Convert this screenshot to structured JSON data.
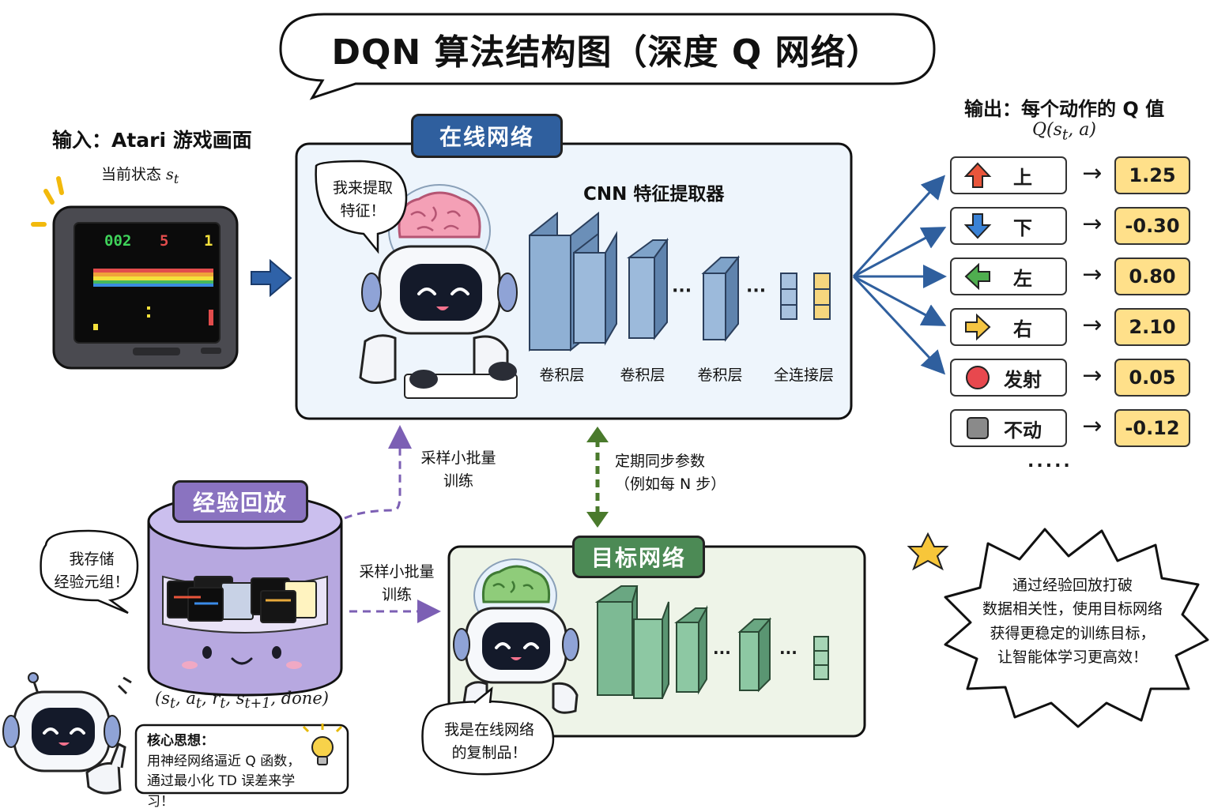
{
  "title": "DQN 算法结构图（深度 Q 网络）",
  "input": {
    "label": "输入：Atari 游戏画面",
    "state_prefix": "当前状态 ",
    "state_var": "s",
    "state_sub": "t",
    "game_score": "002",
    "game_lives": "5",
    "game_level": "1"
  },
  "online_net": {
    "badge": "在线网络",
    "cnn_label": "CNN 特征提取器",
    "speech": [
      "我来提取",
      "特征！"
    ],
    "layers": [
      "卷积层",
      "卷积层",
      "卷积层",
      "全连接层"
    ],
    "ellipsis": "···"
  },
  "output": {
    "label": "输出：每个动作的 Q 值",
    "qfunc": "Q(s",
    "qfunc_sub": "t",
    "qfunc_end": ", a)",
    "actions": [
      {
        "icon": "up-arrow-icon",
        "label": "上",
        "q": "1.25"
      },
      {
        "icon": "down-arrow-icon",
        "label": "下",
        "q": "-0.30"
      },
      {
        "icon": "left-arrow-icon",
        "label": "左",
        "q": "0.80"
      },
      {
        "icon": "right-arrow-icon",
        "label": "右",
        "q": "2.10"
      },
      {
        "icon": "red-circle-icon",
        "label": "发射",
        "q": "0.05"
      },
      {
        "icon": "gray-square-icon",
        "label": "不动",
        "q": "-0.12"
      }
    ],
    "arrow": "→",
    "more": "....."
  },
  "replay": {
    "badge": "经验回放",
    "speech": [
      "我存储",
      "经验元组！"
    ],
    "tuple": "(s_t, a_t, r_t, s_{t+1}, done)"
  },
  "sample_up": [
    "采样小批量",
    "训练"
  ],
  "sample_right": [
    "采样小批量",
    "训练"
  ],
  "sync": [
    "定期同步参数",
    "（例如每 N 步）"
  ],
  "target_net": {
    "badge": "目标网络",
    "speech": [
      "我是在线网络",
      "的复制品！"
    ],
    "ellipsis": "···"
  },
  "idea": {
    "title": "核心思想：",
    "lines": [
      "用神经网络逼近 Q 函数，",
      "通过最小化 TD 误差来学习！"
    ]
  },
  "summary": [
    "通过经验回放打破",
    "数据相关性，使用目标网络",
    "获得更稳定的训练目标，",
    "让智能体学习更高效！"
  ],
  "colors": {
    "online": "#2f5f9e",
    "target": "#4c8a55",
    "replay": "#8a73c0",
    "qvalue": "#ffe08a",
    "online_layer": "#7fa3c9",
    "target_layer": "#7dba94"
  }
}
